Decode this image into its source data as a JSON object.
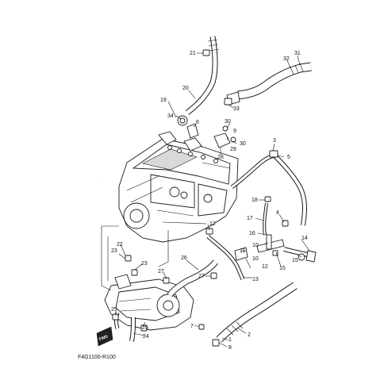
{
  "callouts": {
    "c1": "1",
    "c2": "2",
    "c3": "3",
    "c4": "4",
    "c5": "5",
    "c6": "6",
    "c7": "7",
    "c8": "8",
    "c9": "9",
    "c10": "10",
    "c11": "11",
    "c12": "12",
    "c13": "13",
    "c14": "14",
    "c15": "15",
    "c16": "16",
    "c17": "17",
    "c18": "18",
    "c19": "19",
    "c20": "20",
    "c21": "21",
    "c22": "22",
    "c23a": "23",
    "c23b": "23",
    "c24": "24",
    "c25a": "25",
    "c25b": "25",
    "c26": "26",
    "c27a": "27",
    "c27b": "27",
    "c28": "28",
    "c29": "29",
    "c30a": "30",
    "c30b": "30",
    "c31": "31",
    "c32": "32",
    "c33": "33",
    "c34": "34",
    "c10b": "10",
    "c15b": "15"
  },
  "fwd_label": "FWD",
  "figure_code": "F4G1100-R100"
}
